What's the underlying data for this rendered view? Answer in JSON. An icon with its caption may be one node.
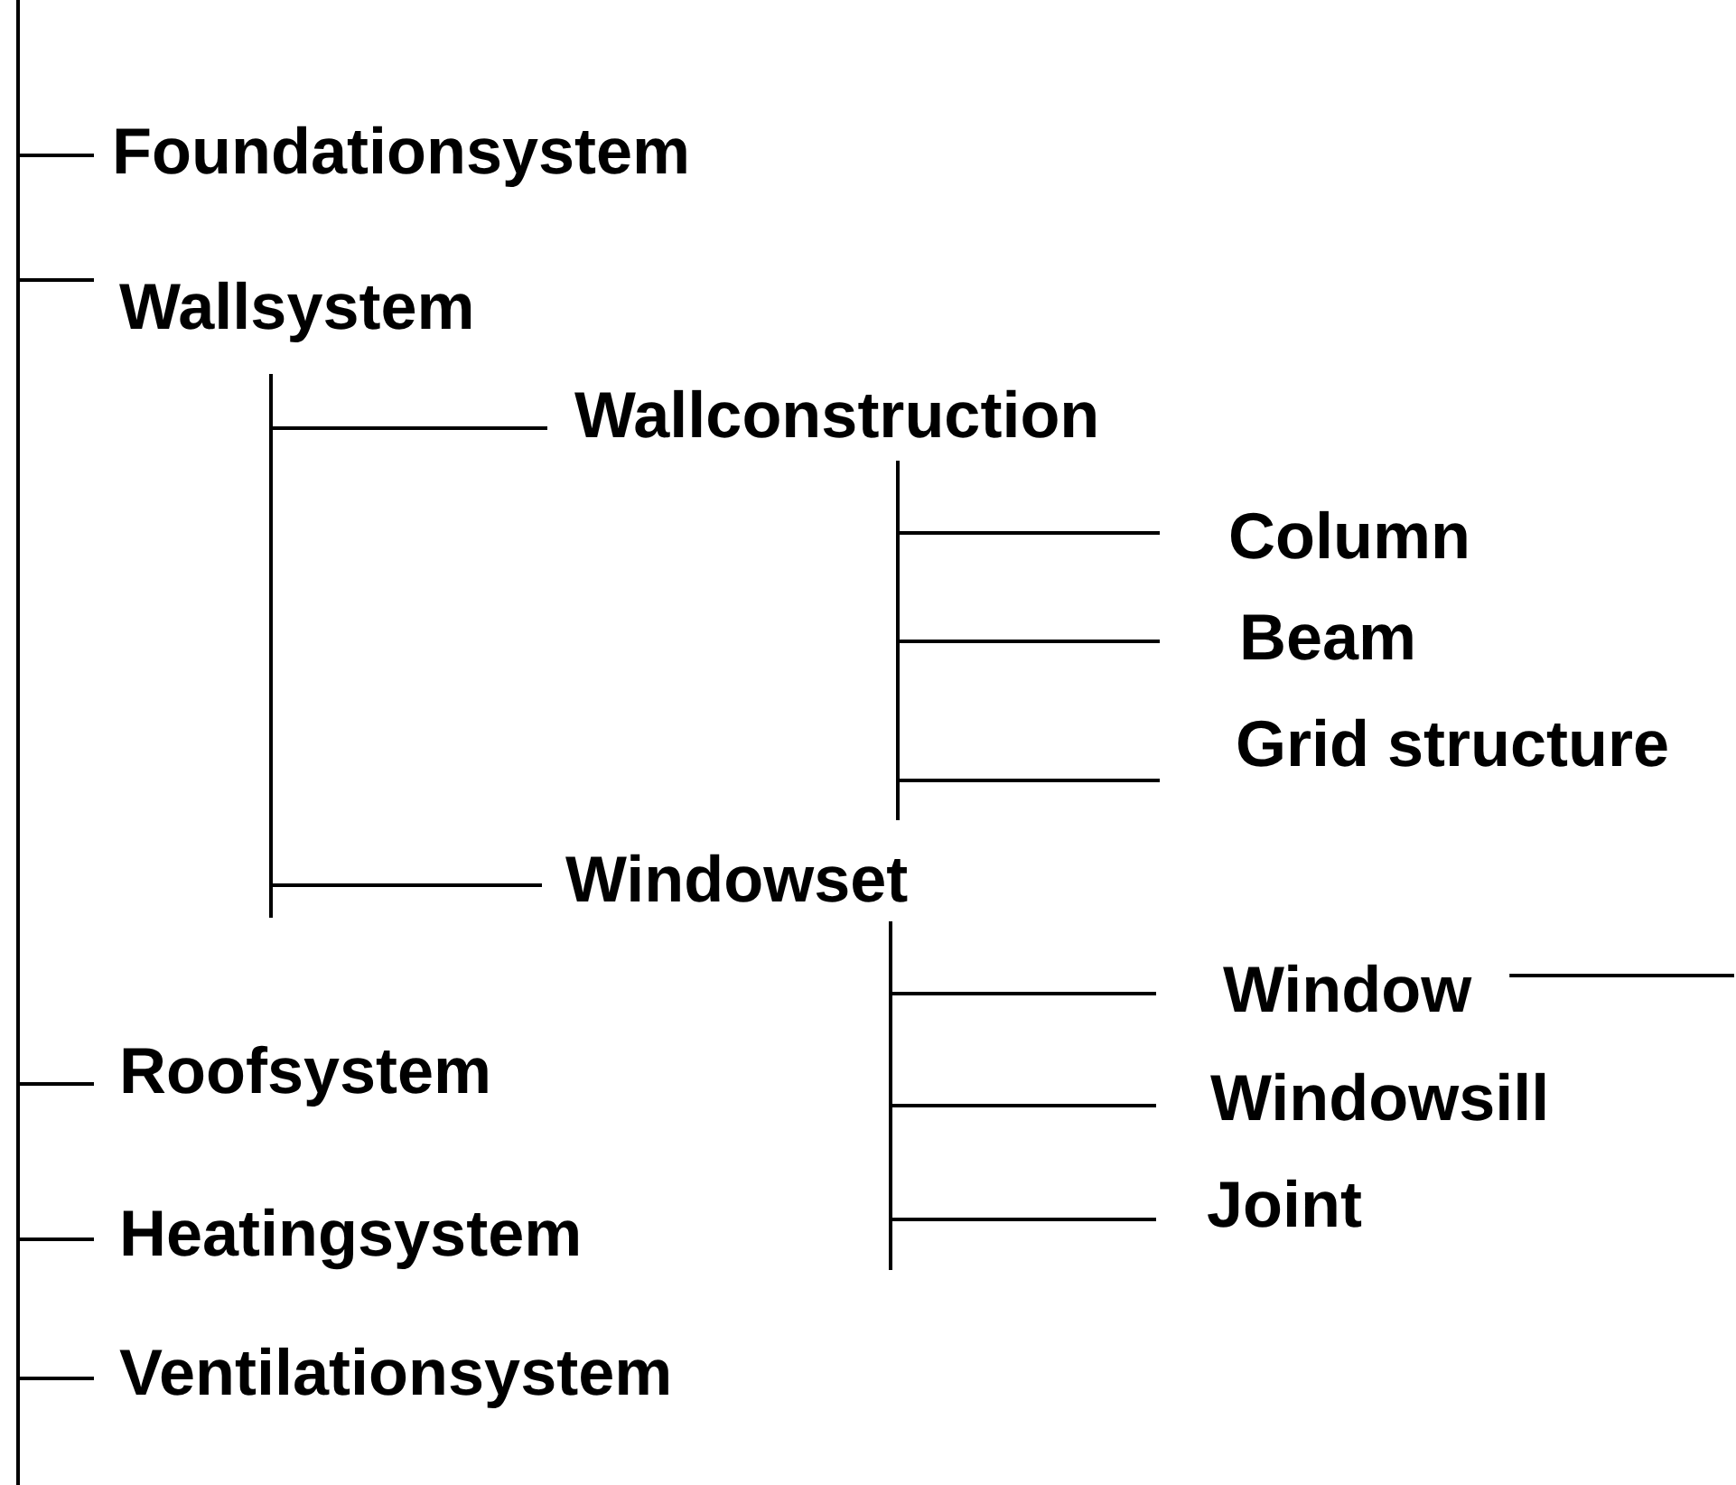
{
  "diagram": {
    "nodes": [
      {
        "text": [
          "Foundationsystem"
        ]
      },
      {
        "text": [
          "Wallsystem"
        ]
      },
      {
        "text": [
          "Wallconstruction"
        ]
      },
      {
        "text": [
          "Column"
        ]
      },
      {
        "text": [
          "Beam"
        ]
      },
      {
        "text": [
          "Grid structure"
        ]
      },
      {
        "text": [
          "Windowset"
        ]
      },
      {
        "text": [
          "Window"
        ]
      },
      {
        "text": [
          "Windowsill"
        ]
      },
      {
        "text": [
          "Joint"
        ]
      },
      {
        "text": [
          "Roofsystem"
        ]
      },
      {
        "text": [
          "Heatingsystem"
        ]
      },
      {
        "text": [
          "Ventilationsystem"
        ]
      }
    ],
    "edges": [
      {
        "from": null,
        "to": 0,
        "arrow": "none"
      },
      {
        "from": null,
        "to": 1,
        "arrow": "none"
      },
      {
        "from": 1,
        "to": 2,
        "arrow": "none"
      },
      {
        "from": 1,
        "to": 6,
        "arrow": "none"
      },
      {
        "from": 2,
        "to": 3,
        "arrow": "none"
      },
      {
        "from": 2,
        "to": 4,
        "arrow": "none"
      },
      {
        "from": 2,
        "to": 5,
        "arrow": "none"
      },
      {
        "from": 6,
        "to": 7,
        "arrow": "none"
      },
      {
        "from": 6,
        "to": 8,
        "arrow": "none"
      },
      {
        "from": 6,
        "to": 9,
        "arrow": "none"
      },
      {
        "from": 7,
        "to": null,
        "arrow": "none"
      },
      {
        "from": null,
        "to": 10,
        "arrow": "none"
      },
      {
        "from": null,
        "to": 11,
        "arrow": "none"
      },
      {
        "from": null,
        "to": 12,
        "arrow": "none"
      }
    ]
  }
}
